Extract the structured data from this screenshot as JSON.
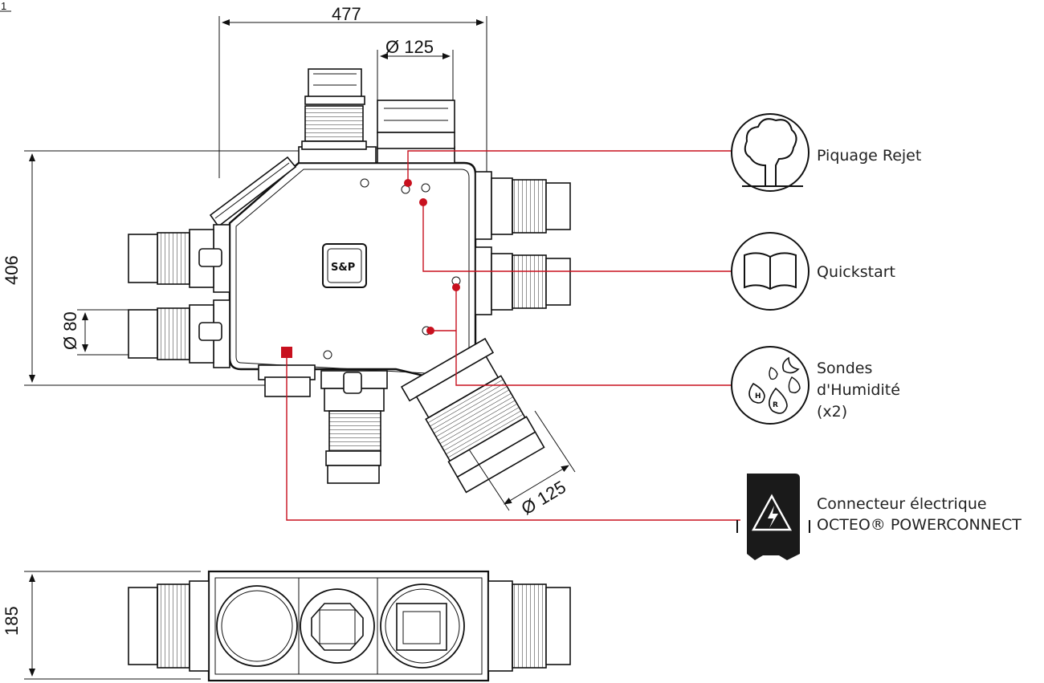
{
  "corner_mark": "1",
  "dimensions": {
    "width_top": "477",
    "dia_top": "Ø 125",
    "height_left": "406",
    "dia_left": "Ø 80",
    "dia_bottom": "Ø 125",
    "height_side": "185"
  },
  "legend": [
    {
      "icon": "tree-icon",
      "lines": [
        "Piquage Rejet"
      ]
    },
    {
      "icon": "book-icon",
      "lines": [
        "Quickstart"
      ]
    },
    {
      "icon": "humidity-sensor-icon",
      "lines": [
        "Sondes",
        "d'Humidité",
        "(x2)"
      ]
    },
    {
      "icon": "electric-connector-icon",
      "lines": [
        "Connecteur électrique",
        "OCTEO® POWERCONNECT"
      ]
    }
  ],
  "logo_text": "S&P",
  "sensor_letters": [
    "H",
    "R"
  ],
  "colors": {
    "accent": "#c8101e",
    "line": "#111111",
    "connector": "#1a1a1a"
  }
}
